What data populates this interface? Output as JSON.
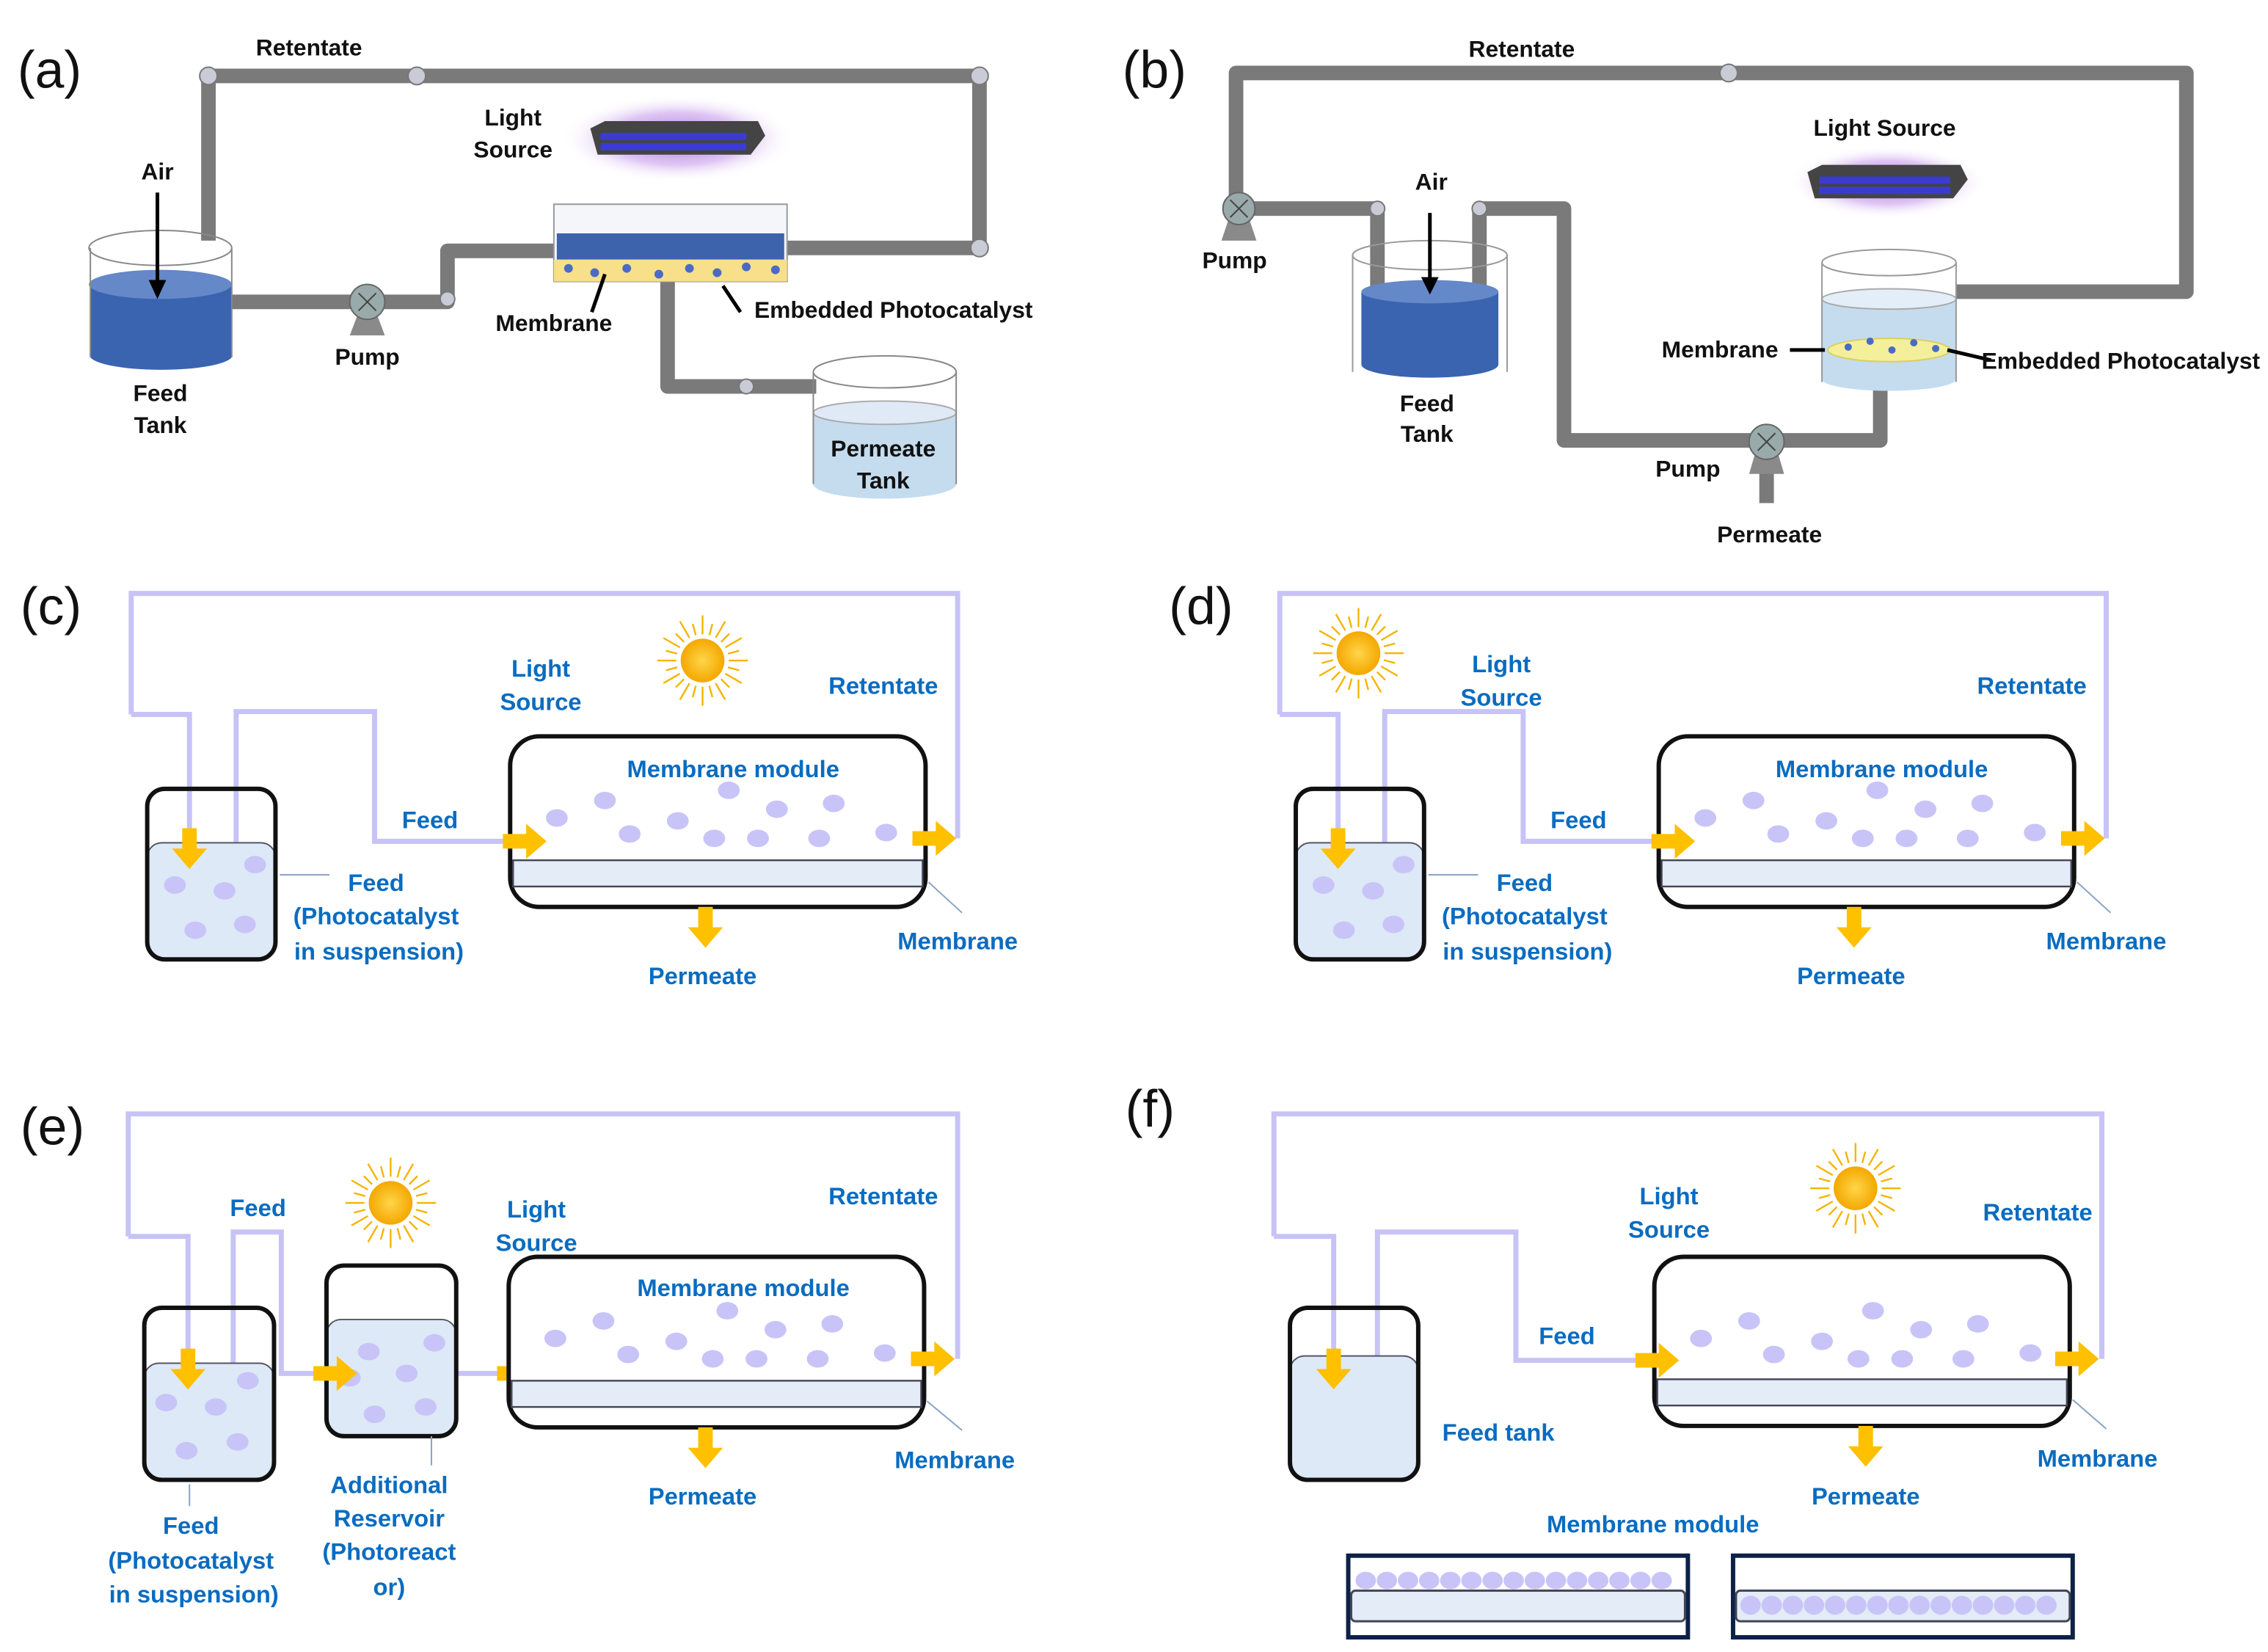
{
  "colors": {
    "text_blue": "#0A6CC0",
    "pipe_loop": "#C7C3F6",
    "arrow": "#FFC000",
    "particle": "#C8C4F8",
    "membrane": "#E3ECF7",
    "steel_pipe": "#7A7A7A",
    "liquid_dark": "#3A64B0",
    "liquid_light": "#C5DCEF",
    "uv_glow": "#B98BE0"
  },
  "panel_a": {
    "label": "(a)",
    "retentate": "Retentate",
    "light1": "Light",
    "light2": "Source",
    "air": "Air",
    "feed1": "Feed",
    "feed2": "Tank",
    "pump": "Pump",
    "membrane": "Membrane",
    "photocatalyst": "Embedded Photocatalyst",
    "perm1": "Permeate",
    "perm2": "Tank"
  },
  "panel_b": {
    "label": "(b)",
    "retentate": "Retentate",
    "light": "Light Source",
    "pump_top": "Pump",
    "air": "Air",
    "feed1": "Feed",
    "feed2": "Tank",
    "membrane": "Membrane",
    "photocatalyst": "Embedded Photocatalyst",
    "pump": "Pump",
    "permeate": "Permeate"
  },
  "panel_c": {
    "label": "(c)",
    "light1": "Light",
    "light2": "Source",
    "retentate": "Retentate",
    "module": "Membrane module",
    "feed": "Feed",
    "feed_desc1": "Feed",
    "feed_desc2": "(Photocatalyst",
    "feed_desc3": "in suspension)",
    "permeate": "Permeate",
    "membrane": "Membrane"
  },
  "panel_d": {
    "label": "(d)",
    "light1": "Light",
    "light2": "Source",
    "retentate": "Retentate",
    "module": "Membrane module",
    "feed": "Feed",
    "feed_desc1": "Feed",
    "feed_desc2": "(Photocatalyst",
    "feed_desc3": "in suspension)",
    "permeate": "Permeate",
    "membrane": "Membrane"
  },
  "panel_e": {
    "label": "(e)",
    "feed": "Feed",
    "light1": "Light",
    "light2": "Source",
    "retentate": "Retentate",
    "module": "Membrane module",
    "membrane": "Membrane",
    "permeate": "Permeate",
    "feed_desc1": "Feed",
    "feed_desc2": "(Photocatalyst",
    "feed_desc3": "in suspension)",
    "res1": "Additional",
    "res2": "Reservoir",
    "res3": "(Photoreact",
    "res4": "or)"
  },
  "panel_f": {
    "label": "(f)",
    "light1": "Light",
    "light2": "Source",
    "retentate": "Retentate",
    "feed": "Feed",
    "feed_tank": "Feed tank",
    "membrane": "Membrane",
    "permeate": "Permeate",
    "module": "Membrane module"
  }
}
